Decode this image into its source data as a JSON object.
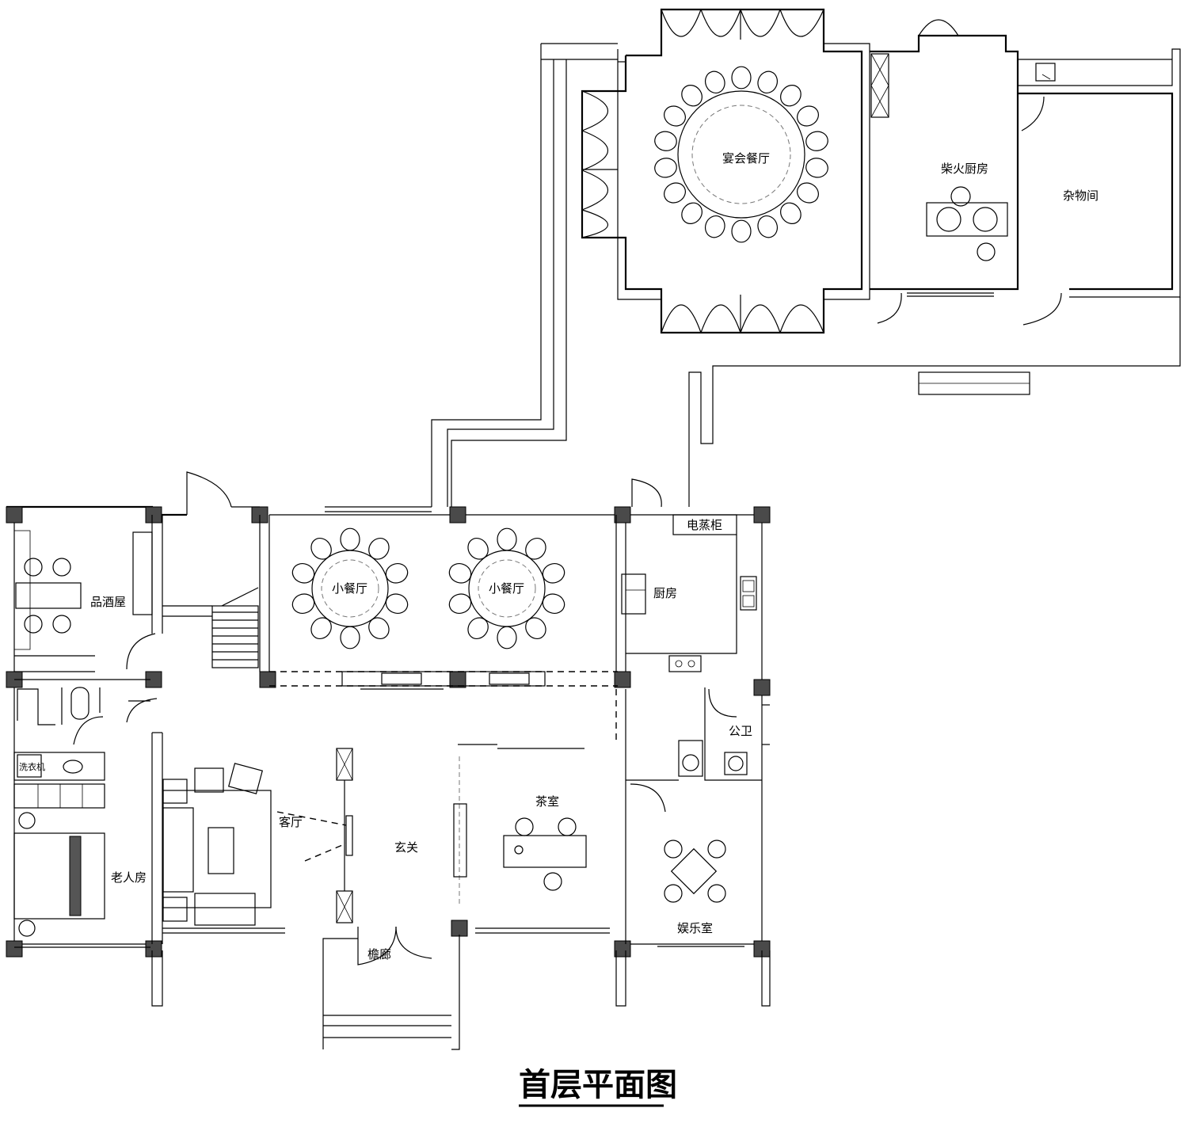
{
  "drawing": {
    "title": "首层平面图"
  },
  "rooms": {
    "banquet_hall": "宴会餐厅",
    "wood_kitchen": "柴火厨房",
    "storage": "杂物间",
    "wine_room": "品酒屋",
    "small_dining_1": "小餐厅",
    "small_dining_2": "小餐厅",
    "kitchen": "厨房",
    "steam_cabinet": "电蒸柜",
    "public_wc": "公卫",
    "tea_room": "茶室",
    "foyer": "玄关",
    "living_room": "客厅",
    "elder_room": "老人房",
    "entertainment": "娱乐室",
    "veranda": "檐廊",
    "washing_machine": "洗衣机"
  },
  "colors": {
    "line": "#000000",
    "column_fill": "#4a4a4a",
    "background": "#ffffff"
  }
}
